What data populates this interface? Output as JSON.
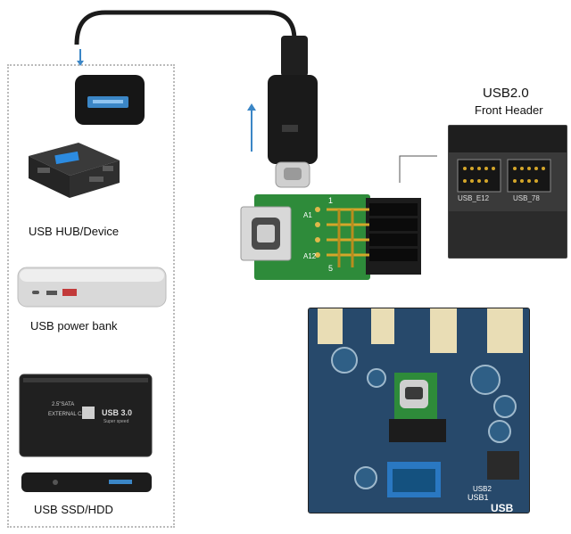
{
  "front_header": {
    "title": "USB2.0",
    "subtitle": "Front Header",
    "port_labels": [
      "USB_E12",
      "USB_78"
    ]
  },
  "devices": [
    {
      "label": "USB HUB/Device"
    },
    {
      "label": "USB power bank"
    },
    {
      "label": "USB SSD/HDD"
    }
  ],
  "ssd_print": {
    "line1": "2.5\"SATA",
    "line2": "EXTERNAL CASE",
    "line3": "USB 3.0",
    "line4": "Super speed"
  },
  "adapter_pins": {
    "pin1": "1",
    "pin5": "5",
    "a1": "A1",
    "a12": "A12"
  },
  "motherboard_text": {
    "usb1": "USB1",
    "usb2": "USB2",
    "usb": "USB"
  },
  "colors": {
    "accent_blue": "#3b86c6",
    "pcb_green": "#2e8b3a",
    "cable_black": "#1b1b1b"
  }
}
